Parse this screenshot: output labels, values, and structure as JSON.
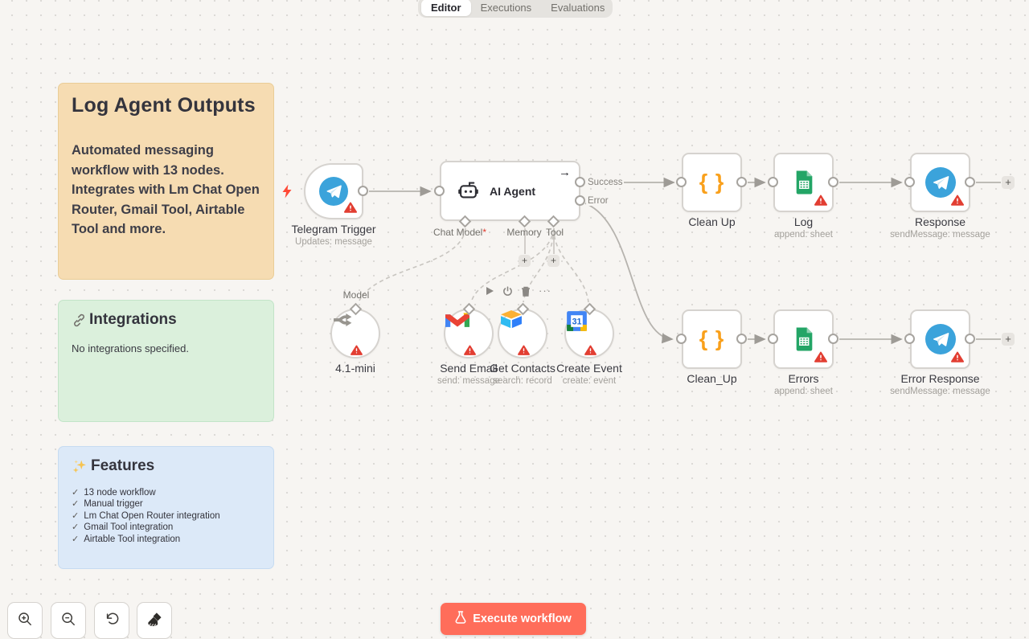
{
  "tabs": {
    "editor": "Editor",
    "executions": "Executions",
    "evaluations": "Evaluations"
  },
  "notes": {
    "overview": {
      "title": "Log Agent Outputs",
      "body": "Automated messaging workflow with 13 nodes. Integrates with Lm Chat Open Router, Gmail Tool, Airtable Tool and more."
    },
    "integrations": {
      "title": "Integrations",
      "body": "No integrations specified."
    },
    "features": {
      "title": "Features",
      "items": [
        "13 node workflow",
        "Manual trigger",
        "Lm Chat Open Router integration",
        "Gmail Tool integration",
        "Airtable Tool integration"
      ]
    }
  },
  "workflow": {
    "trigger": {
      "label": "Telegram Trigger",
      "subtitle": "Updates: message"
    },
    "agent": {
      "label": "AI Agent",
      "outputs": {
        "success": "Success",
        "error": "Error"
      },
      "inputs": {
        "chat_model": "Chat Model",
        "required_mark": "*",
        "memory": "Memory",
        "tool": "Tool"
      }
    },
    "clean_up": {
      "label": "Clean Up"
    },
    "log": {
      "label": "Log",
      "subtitle": "append: sheet"
    },
    "response": {
      "label": "Response",
      "subtitle": "sendMessage: message"
    },
    "model": {
      "port_label": "Model",
      "label": "4.1-mini"
    },
    "send_email": {
      "label": "Send Email",
      "subtitle": "send: message"
    },
    "get_contacts": {
      "label": "Get Contacts",
      "subtitle": "search: record"
    },
    "create_event": {
      "label": "Create Event",
      "subtitle": "create: event"
    },
    "clean_up_2": {
      "label": "Clean_Up"
    },
    "errors": {
      "label": "Errors",
      "subtitle": "append: sheet"
    },
    "error_response": {
      "label": "Error Response",
      "subtitle": "sendMessage: message"
    }
  },
  "footer": {
    "execute": "Execute workflow"
  },
  "icons": {
    "check": "✓",
    "plus": "+",
    "arrow": "→",
    "ellipsis": "···",
    "braces": "{ }"
  },
  "colors": {
    "execute_button": "#FF6D5A",
    "warning_red": "#E23E32",
    "sticky_orange": "#F6DCB2",
    "sticky_green": "#DBF0DC",
    "sticky_blue": "#DCE9F8",
    "telegram_blue": "#3BA3DB",
    "code_braces_orange": "#F9A01B",
    "sheets_green": "#23A566",
    "canvas": "#F7F5F2"
  }
}
